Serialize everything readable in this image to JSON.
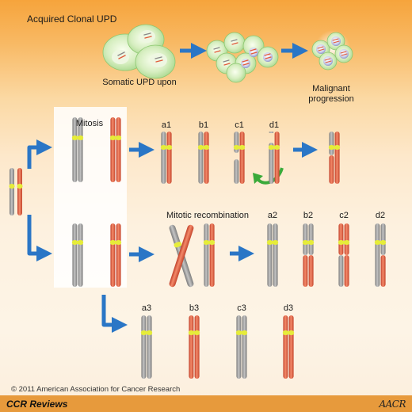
{
  "header": {
    "title": "Acquired Clonal UPD",
    "caption_left": [
      "Somatic UPD upon"
    ],
    "caption_right": [
      "Malignant",
      "progression"
    ]
  },
  "labels": {
    "mitosis": "Mitosis",
    "mitotic_recombination": "Mitotic recombination",
    "row1": [
      "a1",
      "b1",
      "c1",
      "d1"
    ],
    "row2": [
      "a2",
      "b2",
      "c2",
      "d2"
    ],
    "row3": [
      "a3",
      "b3",
      "c3",
      "d3"
    ]
  },
  "footer": {
    "copyright": "© 2011 American Association for Cancer Research",
    "journal": "CCR Reviews",
    "publisher_logo": "AACR"
  },
  "colors": {
    "maternal_chromosome": "#9a9a9a",
    "paternal_chromosome": "#e2593a",
    "centromere": "#e6ec3a",
    "arrow": "#2a76c6",
    "green_arrow": "#3aaa3a",
    "cell_fill": "#d8efc0"
  }
}
